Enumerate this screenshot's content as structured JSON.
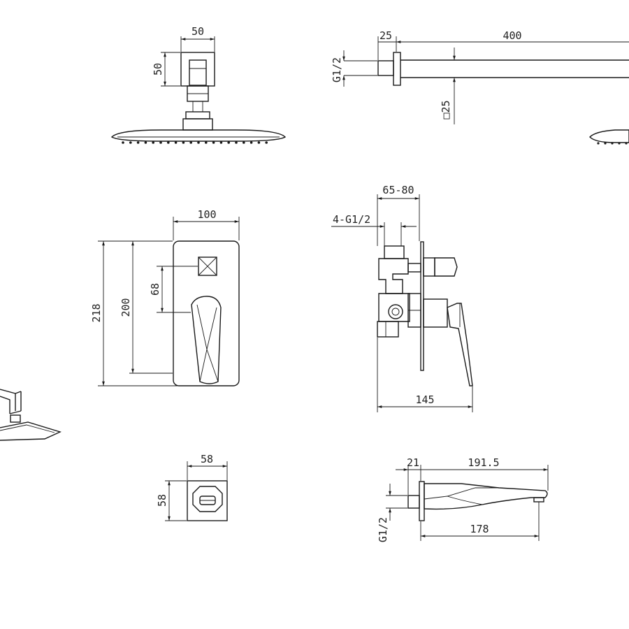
{
  "dimensions": {
    "head_arm_width": "50",
    "head_arm_height": "50",
    "arm_flange": "25",
    "arm_length": "400",
    "arm_thread": "G1/2",
    "arm_section": "□25",
    "valve_plate_width": "100",
    "valve_plate_height_outer": "218",
    "valve_plate_height_inner": "200",
    "valve_center_distance": "68",
    "valve_depth_range": "65-80",
    "valve_inlets": "4-G1/2",
    "valve_total_depth": "145",
    "button_width": "58",
    "button_height": "58",
    "spout_flange": "21",
    "spout_length": "191.5",
    "spout_thread": "G1/2",
    "spout_reach": "178"
  }
}
